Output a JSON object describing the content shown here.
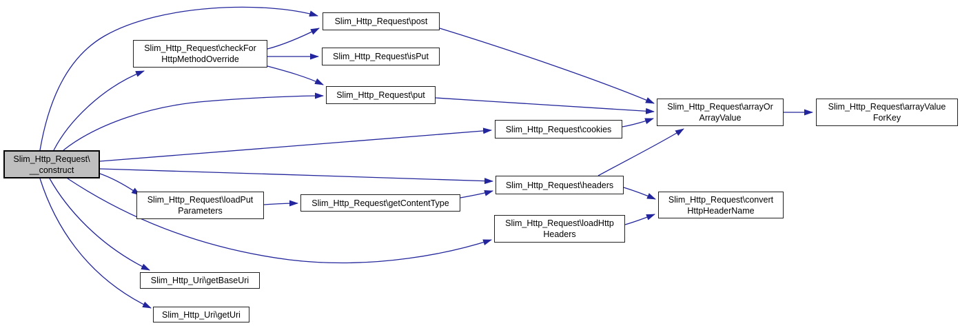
{
  "diagram": {
    "type": "call-graph",
    "colors": {
      "edge": "#22259b",
      "node_border": "#1f1f1f",
      "node_fill": "#ffffff",
      "focal_fill": "#bfbfbf",
      "text": "#000000",
      "background": "#ffffff"
    },
    "focal_function": "Slim_Http_Request\\__construct",
    "nodes": [
      {
        "id": "construct",
        "focal": true,
        "lines": [
          "Slim_Http_Request\\",
          "__construct"
        ]
      },
      {
        "id": "checkForHttpMethodOverride",
        "focal": false,
        "lines": [
          "Slim_Http_Request\\checkFor",
          "HttpMethodOverride"
        ]
      },
      {
        "id": "post",
        "focal": false,
        "lines": [
          "Slim_Http_Request\\post"
        ]
      },
      {
        "id": "isPut",
        "focal": false,
        "lines": [
          "Slim_Http_Request\\isPut"
        ]
      },
      {
        "id": "put",
        "focal": false,
        "lines": [
          "Slim_Http_Request\\put"
        ]
      },
      {
        "id": "cookies",
        "focal": false,
        "lines": [
          "Slim_Http_Request\\cookies"
        ]
      },
      {
        "id": "headers",
        "focal": false,
        "lines": [
          "Slim_Http_Request\\headers"
        ]
      },
      {
        "id": "loadPutParameters",
        "focal": false,
        "lines": [
          "Slim_Http_Request\\loadPut",
          "Parameters"
        ]
      },
      {
        "id": "getContentType",
        "focal": false,
        "lines": [
          "Slim_Http_Request\\getContentType"
        ]
      },
      {
        "id": "loadHttpHeaders",
        "focal": false,
        "lines": [
          "Slim_Http_Request\\loadHttp",
          "Headers"
        ]
      },
      {
        "id": "convertHttpHeaderName",
        "focal": false,
        "lines": [
          "Slim_Http_Request\\convert",
          "HttpHeaderName"
        ]
      },
      {
        "id": "arrayOrArrayValue",
        "focal": false,
        "lines": [
          "Slim_Http_Request\\arrayOr",
          "ArrayValue"
        ]
      },
      {
        "id": "arrayValueForKey",
        "focal": false,
        "lines": [
          "Slim_Http_Request\\arrayValue",
          "ForKey"
        ]
      },
      {
        "id": "getBaseUri",
        "focal": false,
        "lines": [
          "Slim_Http_Uri\\getBaseUri"
        ]
      },
      {
        "id": "getUri",
        "focal": false,
        "lines": [
          "Slim_Http_Uri\\getUri"
        ]
      }
    ],
    "edges": [
      {
        "from": "construct",
        "to": "post"
      },
      {
        "from": "construct",
        "to": "checkForHttpMethodOverride"
      },
      {
        "from": "construct",
        "to": "put"
      },
      {
        "from": "construct",
        "to": "cookies"
      },
      {
        "from": "construct",
        "to": "headers"
      },
      {
        "from": "construct",
        "to": "loadPutParameters"
      },
      {
        "from": "construct",
        "to": "loadHttpHeaders"
      },
      {
        "from": "construct",
        "to": "getBaseUri"
      },
      {
        "from": "construct",
        "to": "getUri"
      },
      {
        "from": "checkForHttpMethodOverride",
        "to": "post"
      },
      {
        "from": "checkForHttpMethodOverride",
        "to": "isPut"
      },
      {
        "from": "checkForHttpMethodOverride",
        "to": "put"
      },
      {
        "from": "post",
        "to": "arrayOrArrayValue"
      },
      {
        "from": "put",
        "to": "arrayOrArrayValue"
      },
      {
        "from": "cookies",
        "to": "arrayOrArrayValue"
      },
      {
        "from": "headers",
        "to": "arrayOrArrayValue"
      },
      {
        "from": "headers",
        "to": "convertHttpHeaderName"
      },
      {
        "from": "loadPutParameters",
        "to": "getContentType"
      },
      {
        "from": "getContentType",
        "to": "headers"
      },
      {
        "from": "loadHttpHeaders",
        "to": "convertHttpHeaderName"
      },
      {
        "from": "arrayOrArrayValue",
        "to": "arrayValueForKey"
      }
    ]
  }
}
